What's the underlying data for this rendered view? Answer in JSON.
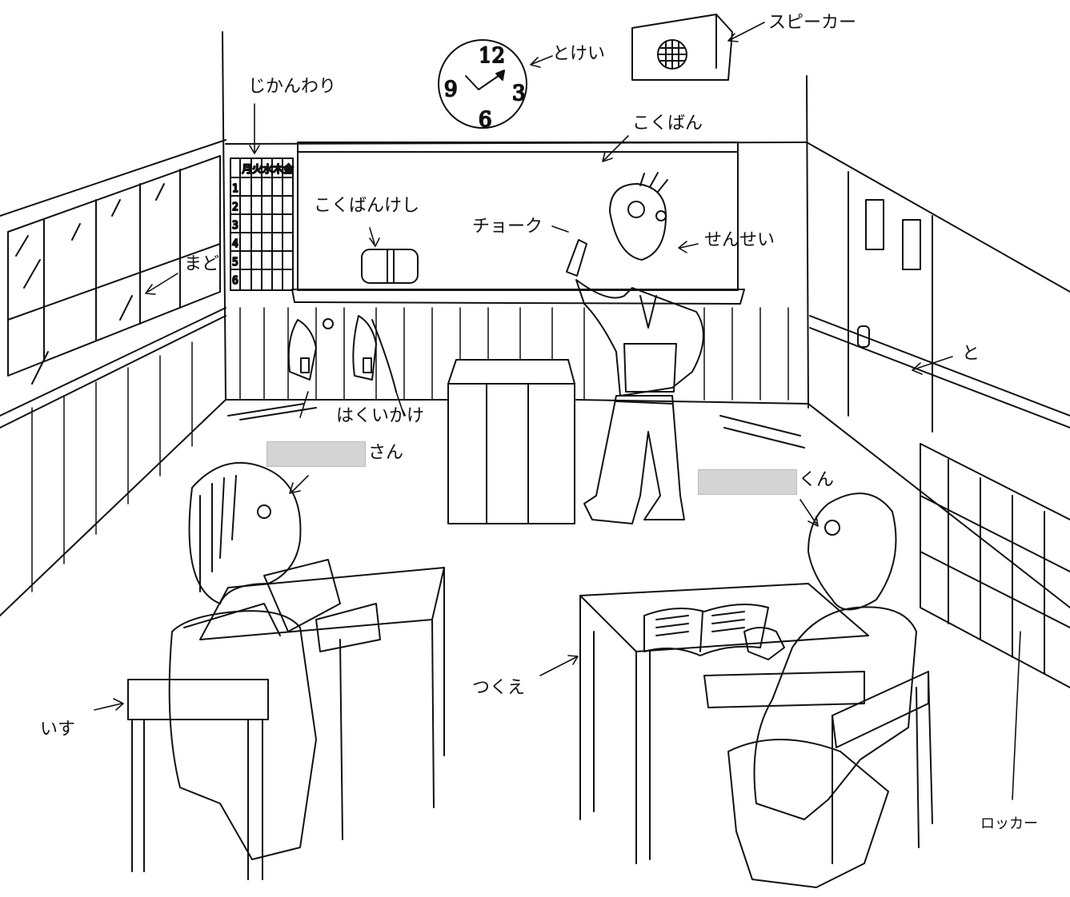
{
  "labels": {
    "jikanwari": "じかんわり",
    "tokei": "とけい",
    "speaker": "スピーカー",
    "kokuban": "こくばん",
    "kokubankeshi": "こくばんけし",
    "chalk": "チョーク",
    "sensei": "せんせい",
    "mado": "まど",
    "to": "と",
    "hakuikake": "はくいかけ",
    "san": "さん",
    "kun": "くん",
    "tsukue": "つくえ",
    "isu": "いす",
    "locker": "ロッカー"
  },
  "timetable": {
    "days": [
      "月",
      "火",
      "水",
      "木",
      "金"
    ],
    "periods": [
      "1",
      "2",
      "3",
      "4",
      "5",
      "6"
    ]
  },
  "clock": {
    "numerals": [
      "12",
      "3",
      "6",
      "9"
    ]
  }
}
